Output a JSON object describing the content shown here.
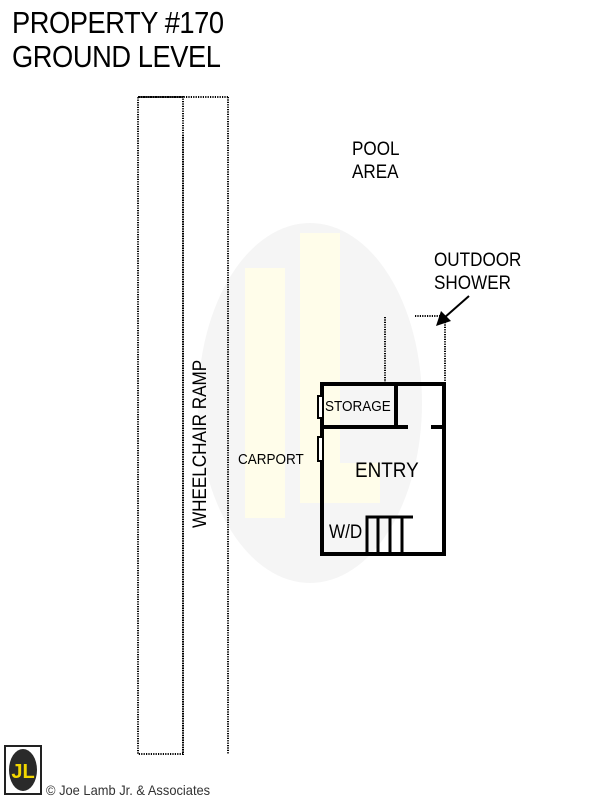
{
  "header": {
    "title_line1": "PROPERTY #170",
    "title_line2": "GROUND LEVEL"
  },
  "rooms": {
    "pool_area_line1": "POOL",
    "pool_area_line2": "AREA",
    "outdoor_shower_line1": "OUTDOOR",
    "outdoor_shower_line2": "SHOWER",
    "storage": "STORAGE",
    "entry": "ENTRY",
    "washer_dryer": "W/D",
    "carport": "CARPORT",
    "wheelchair_ramp": "WHEELCHAIR  RAMP"
  },
  "footer": {
    "logo_text": "JL",
    "copyright": "© Joe Lamb Jr. & Associates"
  },
  "colors": {
    "wall": "#000000",
    "watermark_circle": "#f4f4f4",
    "watermark_letters": "#fffde8",
    "logo_yellow": "#f2d600",
    "logo_dark": "#2a2a2a"
  }
}
